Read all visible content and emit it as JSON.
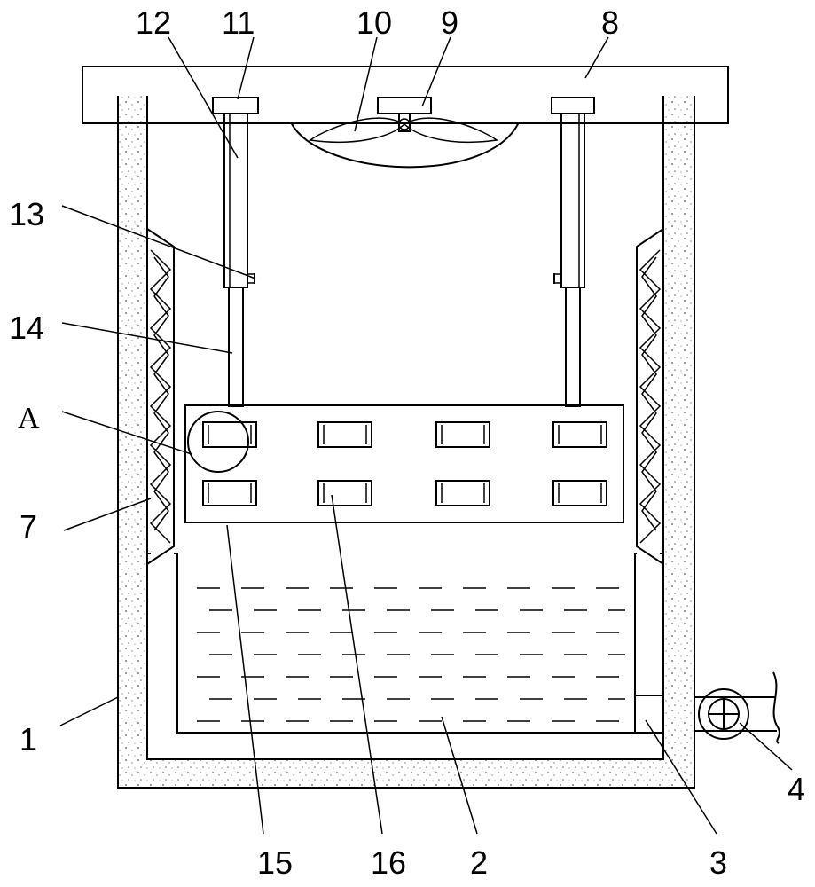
{
  "labels": {
    "l1": "1",
    "l2": "2",
    "l3": "3",
    "l4": "4",
    "l7": "7",
    "l8": "8",
    "l9": "9",
    "l10": "10",
    "l11": "11",
    "l12": "12",
    "l13": "13",
    "l14": "14",
    "l15": "15",
    "l16": "16",
    "lA": "A"
  },
  "slot_count": 8
}
